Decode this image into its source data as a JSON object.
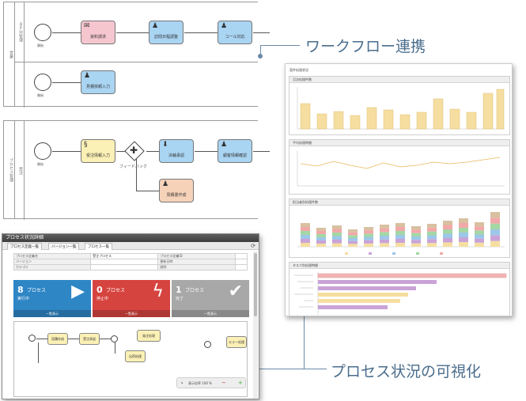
{
  "callouts": {
    "workflow": "ワークフロー連携",
    "visualization": "プロセス状況の可視化"
  },
  "bpmn": {
    "pool1": {
      "label": "営業",
      "lane1": "ＢＰＭ管理",
      "lane2": ""
    },
    "pool2": {
      "label": "プロセス管理",
      "lane1": "受注",
      "lane2": ""
    },
    "start_label": "開始",
    "tasks": {
      "t1": "資料請求",
      "t2": "訪問日程調整",
      "t3": "コール対応",
      "t4": "見積依頼入力",
      "t5": "受注情報入力",
      "t6": "決裁承認",
      "t7": "顧客情報確認",
      "t8": "見積書作成"
    },
    "gateway_label": "フィードバック"
  },
  "dashboard": {
    "title": "案件処理状況",
    "panels": [
      "月次処理件数",
      "平均処理時間",
      "担当者別処理件数",
      "タスク別処理時間"
    ]
  },
  "detail": {
    "title": "プロセス状況詳細",
    "tabs": [
      "プロセス定義一覧",
      "バージョン一覧",
      "プロセス一覧"
    ],
    "info": [
      [
        "プロセス定義名",
        "受注プロセス",
        "プロセス定義ID",
        ""
      ],
      [
        "バージョン",
        "",
        "更新日時",
        ""
      ],
      [
        "カテゴリ",
        "",
        "説明",
        ""
      ]
    ],
    "stats": [
      {
        "num": "8",
        "label": "プロセス",
        "sub": "実行中",
        "foot": "一覧表示"
      },
      {
        "num": "0",
        "label": "プロセス",
        "sub": "停止中",
        "foot": "一覧表示"
      },
      {
        "num": "1",
        "label": "プロセス",
        "sub": "完了",
        "foot": "一覧表示"
      }
    ],
    "mini_tasks": [
      "見積作成",
      "受注承認",
      "発注処理",
      "出荷処理",
      "エラー処理"
    ],
    "zoom": "表示倍率 100 %"
  }
}
